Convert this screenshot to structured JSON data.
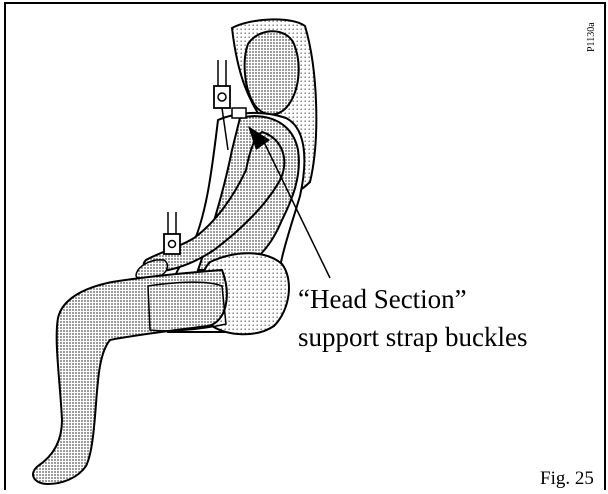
{
  "annotation": {
    "line1": "“Head Section”",
    "line2": "support strap buckles"
  },
  "figure_label": "Fig. 25",
  "image_code": "P1130a",
  "illustration": {
    "subject": "seated-person-in-sling-icon",
    "colors": {
      "stroke": "#000000",
      "shade": "#8a8a8a",
      "paper": "#ffffff"
    }
  }
}
